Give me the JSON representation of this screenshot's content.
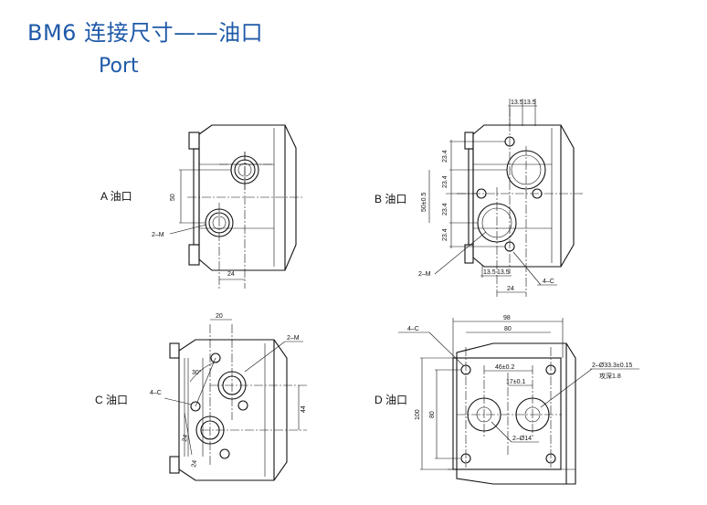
{
  "title": "BM6 连接尺寸——油口",
  "subtitle": "Port",
  "views": {
    "a": {
      "label": "A 油口",
      "dim_50": "50",
      "dim_24": "24",
      "callout_2m": "2–M"
    },
    "b": {
      "label": "B 油口",
      "dim_13_5": "13.5",
      "dim_23_4": "23.4",
      "dim_50_tol": "50±0.5",
      "dim_24": "24",
      "callout_2m": "2–M",
      "callout_4c": "4–C"
    },
    "c": {
      "label": "C 油口",
      "dim_20": "20",
      "dim_30deg": "30°",
      "dim_44": "44",
      "dim_24": "24",
      "callout_2m": "2–M",
      "callout_4c": "4–C"
    },
    "d": {
      "label": "D 油口",
      "dim_98": "98",
      "dim_80": "80",
      "dim_46": "46±0.2",
      "dim_17": "17±0.1",
      "dim_100": "100",
      "callout_4c": "4–C",
      "callout_2phi14": "2–Ø14",
      "callout_2phi33": "2–Ø33.3±0.15",
      "callout_depth": "攻深1.8"
    }
  }
}
